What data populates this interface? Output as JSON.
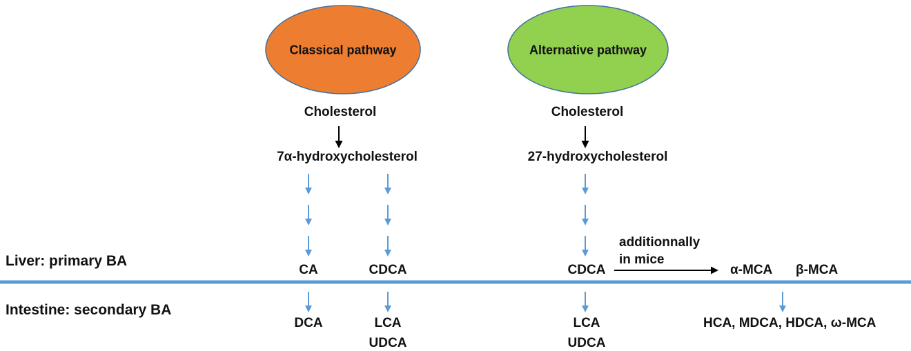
{
  "pathways": {
    "classical": {
      "label": "Classical pathway",
      "color": "#ED7D31"
    },
    "alternative": {
      "label": "Alternative pathway",
      "color": "#92D050"
    }
  },
  "regions": {
    "liver": "Liver: primary BA",
    "intestine": "Intestine: secondary BA"
  },
  "classical_steps": {
    "start": "Cholesterol",
    "intermediate": "7α-hydroxycholesterol",
    "primary": [
      "CA",
      "CDCA"
    ],
    "secondary": [
      "DCA",
      "LCA",
      "UDCA"
    ]
  },
  "alternative_steps": {
    "start": "Cholesterol",
    "intermediate": "27-hydroxycholesterol",
    "primary": "CDCA",
    "secondary": [
      "LCA",
      "UDCA"
    ]
  },
  "mice": {
    "note_line1": "additionnally",
    "note_line2": "in mice",
    "products": [
      "α-MCA",
      "β-MCA"
    ],
    "secondary": "HCA, MDCA, HDCA, ω-MCA"
  },
  "colors": {
    "divider": "#5B9BD5",
    "blue_arrow": "#5B9BD5",
    "black_arrow": "#000000"
  }
}
